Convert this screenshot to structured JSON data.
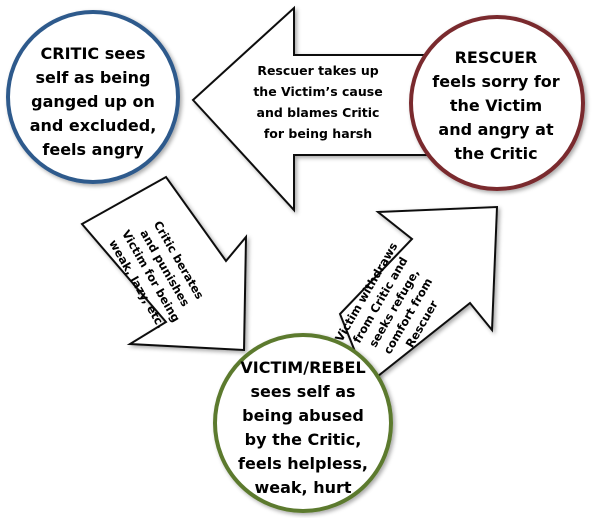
{
  "diagram": {
    "critic": {
      "text": "CRITIC sees\nself as being\nganged up on\nand excluded,\nfeels angry",
      "color": "#2e5a8c"
    },
    "rescuer": {
      "text": "RESCUER\nfeels sorry for\nthe Victim\nand angry at\nthe Critic",
      "color": "#7a2a2e"
    },
    "victim": {
      "text": "VICTIM/REBEL\nsees self as\nbeing abused\nby the Critic,\nfeels helpless,\nweak, hurt",
      "color": "#5c7a2e"
    },
    "arrows": {
      "rescuer_to_critic": "Rescuer takes up\nthe Victim’s cause\nand blames Critic\nfor being harsh",
      "critic_to_victim": "Critic  berates\nand punishes\nVictim for being\nweak, lazy, etc.",
      "victim_to_rescuer": "Victim withdraws\nfrom Critic and\nseeks refuge,\ncomfort from\nRescuer"
    }
  }
}
